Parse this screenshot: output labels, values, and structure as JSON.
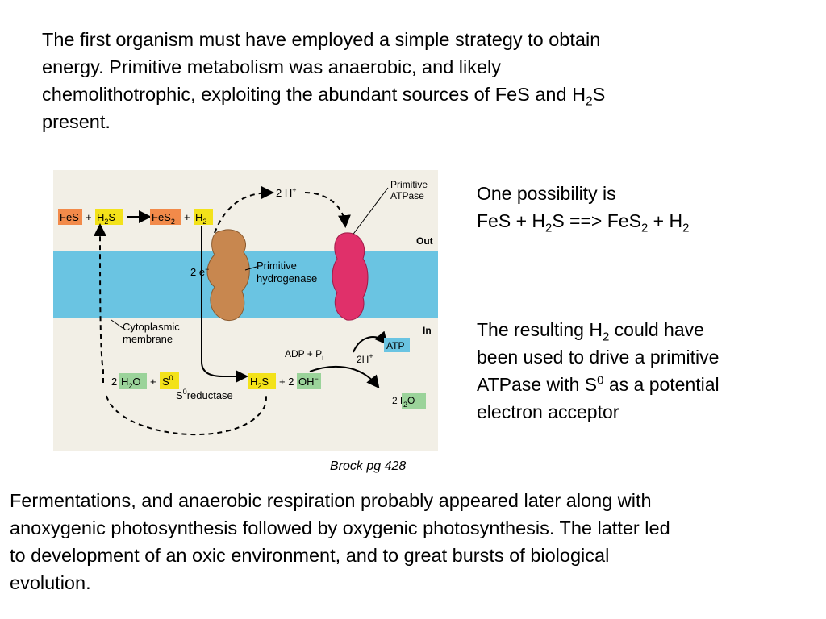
{
  "slide": {
    "intro": {
      "line1": "The first organism must have employed a simple strategy to obtain",
      "line2": "energy. Primitive metabolism was anaerobic, and likely",
      "line3_pre": "chemolithotrophic, exploiting the abundant sources of FeS and H",
      "line3_sub": "2",
      "line3_post": "S",
      "line4": "present."
    },
    "possibility": {
      "line1": "One possibility is",
      "eq_a": "FeS + H",
      "eq_a_sub": "2",
      "eq_b": "S ==> FeS",
      "eq_b_sub": "2",
      "eq_c": " + H",
      "eq_c_sub": "2"
    },
    "result": {
      "l1_pre": "The resulting H",
      "l1_sub": "2",
      "l1_post": " could have",
      "l2": "been used to drive a primitive",
      "l3_pre": "ATPase with S",
      "l3_sup": "0",
      "l3_post": " as a potential",
      "l4": "electron acceptor"
    },
    "caption": "Brock pg 428",
    "later": {
      "line1": "Fermentations, and anaerobic respiration probably appeared later along with",
      "line2": "anoxygenic photosynthesis followed by oxygenic photosynthesis. The latter led",
      "line3": "to development of an oxic environment, and to great bursts of biological",
      "line4": "evolution."
    }
  },
  "figure": {
    "fes": "FeS",
    "plus": "+",
    "h2s_h": "H",
    "h2s_2": "2",
    "h2s_s": "S",
    "fes2": "FeS",
    "fes2_sub": "2",
    "h2": "H",
    "h2_sub": "2",
    "two_h_plus_top": "2 H",
    "h_plus_sup": "+",
    "primitive_atpase_1": "Primitive",
    "primitive_atpase_2": "ATPase",
    "out": "Out",
    "in": "In",
    "two_e": "2 e",
    "e_sup": "−",
    "primitive_hydrogenase_1": "Primitive",
    "primitive_hydrogenase_2": "hydrogenase",
    "cytoplasmic_1": "Cytoplasmic",
    "cytoplasmic_2": "membrane",
    "adp": "ADP + P",
    "adp_sub": "i",
    "atp": "ATP",
    "two_h_plus_in": "2H",
    "h2o_left_coef": "2",
    "h2o": "H",
    "h2o_sub": "2",
    "h2o_o": "O",
    "s0": "S",
    "s0_sup": "0",
    "h2s_bottom": "H",
    "h2s_bottom_sub": "2",
    "h2s_bottom_s": "S",
    "plus2": "+ 2",
    "oh": "OH",
    "oh_sup": "−",
    "s0_reductase_s": "S",
    "s0_reductase_sup": "0",
    "s0_reductase": "reductase",
    "h2o_right": "2 H",
    "h2o_right_sub": "2",
    "h2o_right_o": "O",
    "colors": {
      "membrane": "#6ac4e2",
      "hydrogenase": "#c8874f",
      "atpase": "#e0306a",
      "yellow_box": "#f3e21a",
      "orange_box": "#f28a4a",
      "green_box": "#9bd39a",
      "figure_bg": "#f2efe6"
    }
  }
}
